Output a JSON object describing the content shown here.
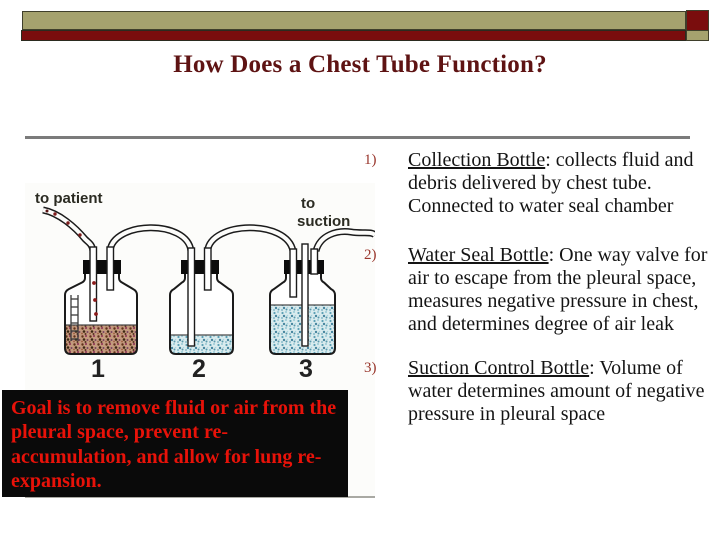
{
  "colors": {
    "khaki": "#A5A26E",
    "maroon": "#7A0D0D",
    "title_color": "#5E1313",
    "marker_color": "#99362C",
    "goal_bg": "#0A0A0A",
    "goal_color": "#E81209"
  },
  "header": {
    "title": "How Does a Chest Tube Function?"
  },
  "diagram": {
    "to_patient": "to patient",
    "to_suction_line1": "to",
    "to_suction_line2": "suction",
    "bottle_numbers": [
      "1",
      "2",
      "3"
    ]
  },
  "goal": {
    "text": "Goal is to remove fluid or air from the pleural space, prevent re-accumulation, and allow for lung re-expansion."
  },
  "list": {
    "items": [
      {
        "marker": "1)",
        "term": "Collection Bottle",
        "desc": ": collects fluid and debris delivered by chest tube. Connected to water seal chamber"
      },
      {
        "marker": "2)",
        "term": "Water Seal Bottle",
        "desc": ": One way valve for air to escape from the pleural space, measures negative pressure in chest, and determines degree of air leak"
      },
      {
        "marker": "3)",
        "term": "Suction Control Bottle",
        "desc": ": Volume of water determines amount of negative pressure in pleural space"
      }
    ]
  }
}
